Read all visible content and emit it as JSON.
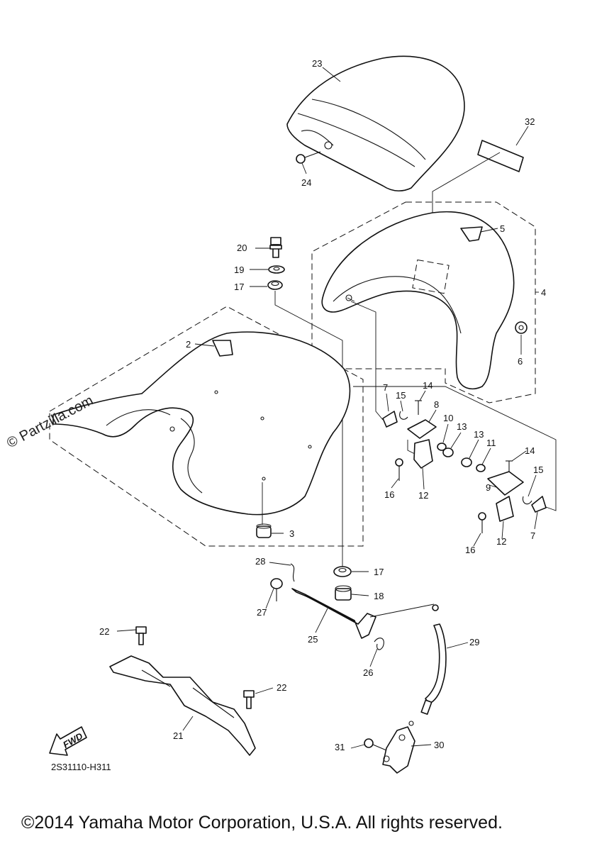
{
  "diagram_code": "2S31110-H311",
  "copyright": "©2014 Yamaha Motor Corporation, U.S.A. All rights reserved.",
  "watermark": "© Partzilla.com",
  "fwd_label": "FWD",
  "callouts": {
    "c2": "2",
    "c3": "3",
    "c4": "4",
    "c5": "5",
    "c6": "6",
    "c7a": "7",
    "c7b": "7",
    "c8": "8",
    "c9": "9",
    "c10": "10",
    "c11": "11",
    "c12a": "12",
    "c12b": "12",
    "c13a": "13",
    "c13b": "13",
    "c14a": "14",
    "c14b": "14",
    "c15a": "15",
    "c15b": "15",
    "c16a": "16",
    "c16b": "16",
    "c17a": "17",
    "c17b": "17",
    "c18": "18",
    "c19": "19",
    "c20": "20",
    "c21": "21",
    "c22a": "22",
    "c22b": "22",
    "c23": "23",
    "c24": "24",
    "c25": "25",
    "c26": "26",
    "c27": "27",
    "c28": "28",
    "c29": "29",
    "c30": "30",
    "c31": "31",
    "c32": "32"
  }
}
